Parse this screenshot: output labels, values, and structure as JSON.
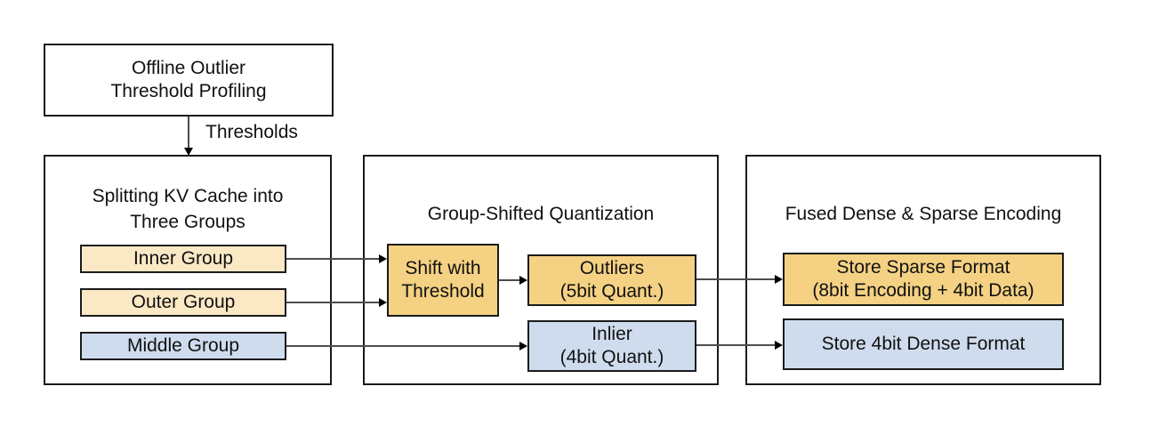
{
  "colors": {
    "cream": "#FBE8C4",
    "amber": "#F4D183",
    "blue": "#CEDCEE",
    "border": "#1A1A1A",
    "line": "#4D4D4D"
  },
  "profiling": {
    "title": "Offline Outlier\nThreshold Profiling",
    "arrow_label": "Thresholds"
  },
  "stage_splitting": {
    "title": "Splitting KV Cache into\nThree Groups",
    "items": [
      {
        "label": "Inner Group",
        "color": "cream"
      },
      {
        "label": "Outer Group",
        "color": "cream"
      },
      {
        "label": "Middle Group",
        "color": "blue"
      }
    ]
  },
  "stage_quantization": {
    "title": "Group-Shifted Quantization",
    "shift_label": "Shift with\nThreshold",
    "outliers_label": "Outliers\n(5bit Quant.)",
    "inlier_label": "Inlier\n(4bit Quant.)"
  },
  "stage_encoding": {
    "title": "Fused Dense & Sparse Encoding",
    "sparse_label": "Store Sparse Format\n(8bit Encoding + 4bit Data)",
    "dense_label": "Store 4bit Dense Format"
  }
}
